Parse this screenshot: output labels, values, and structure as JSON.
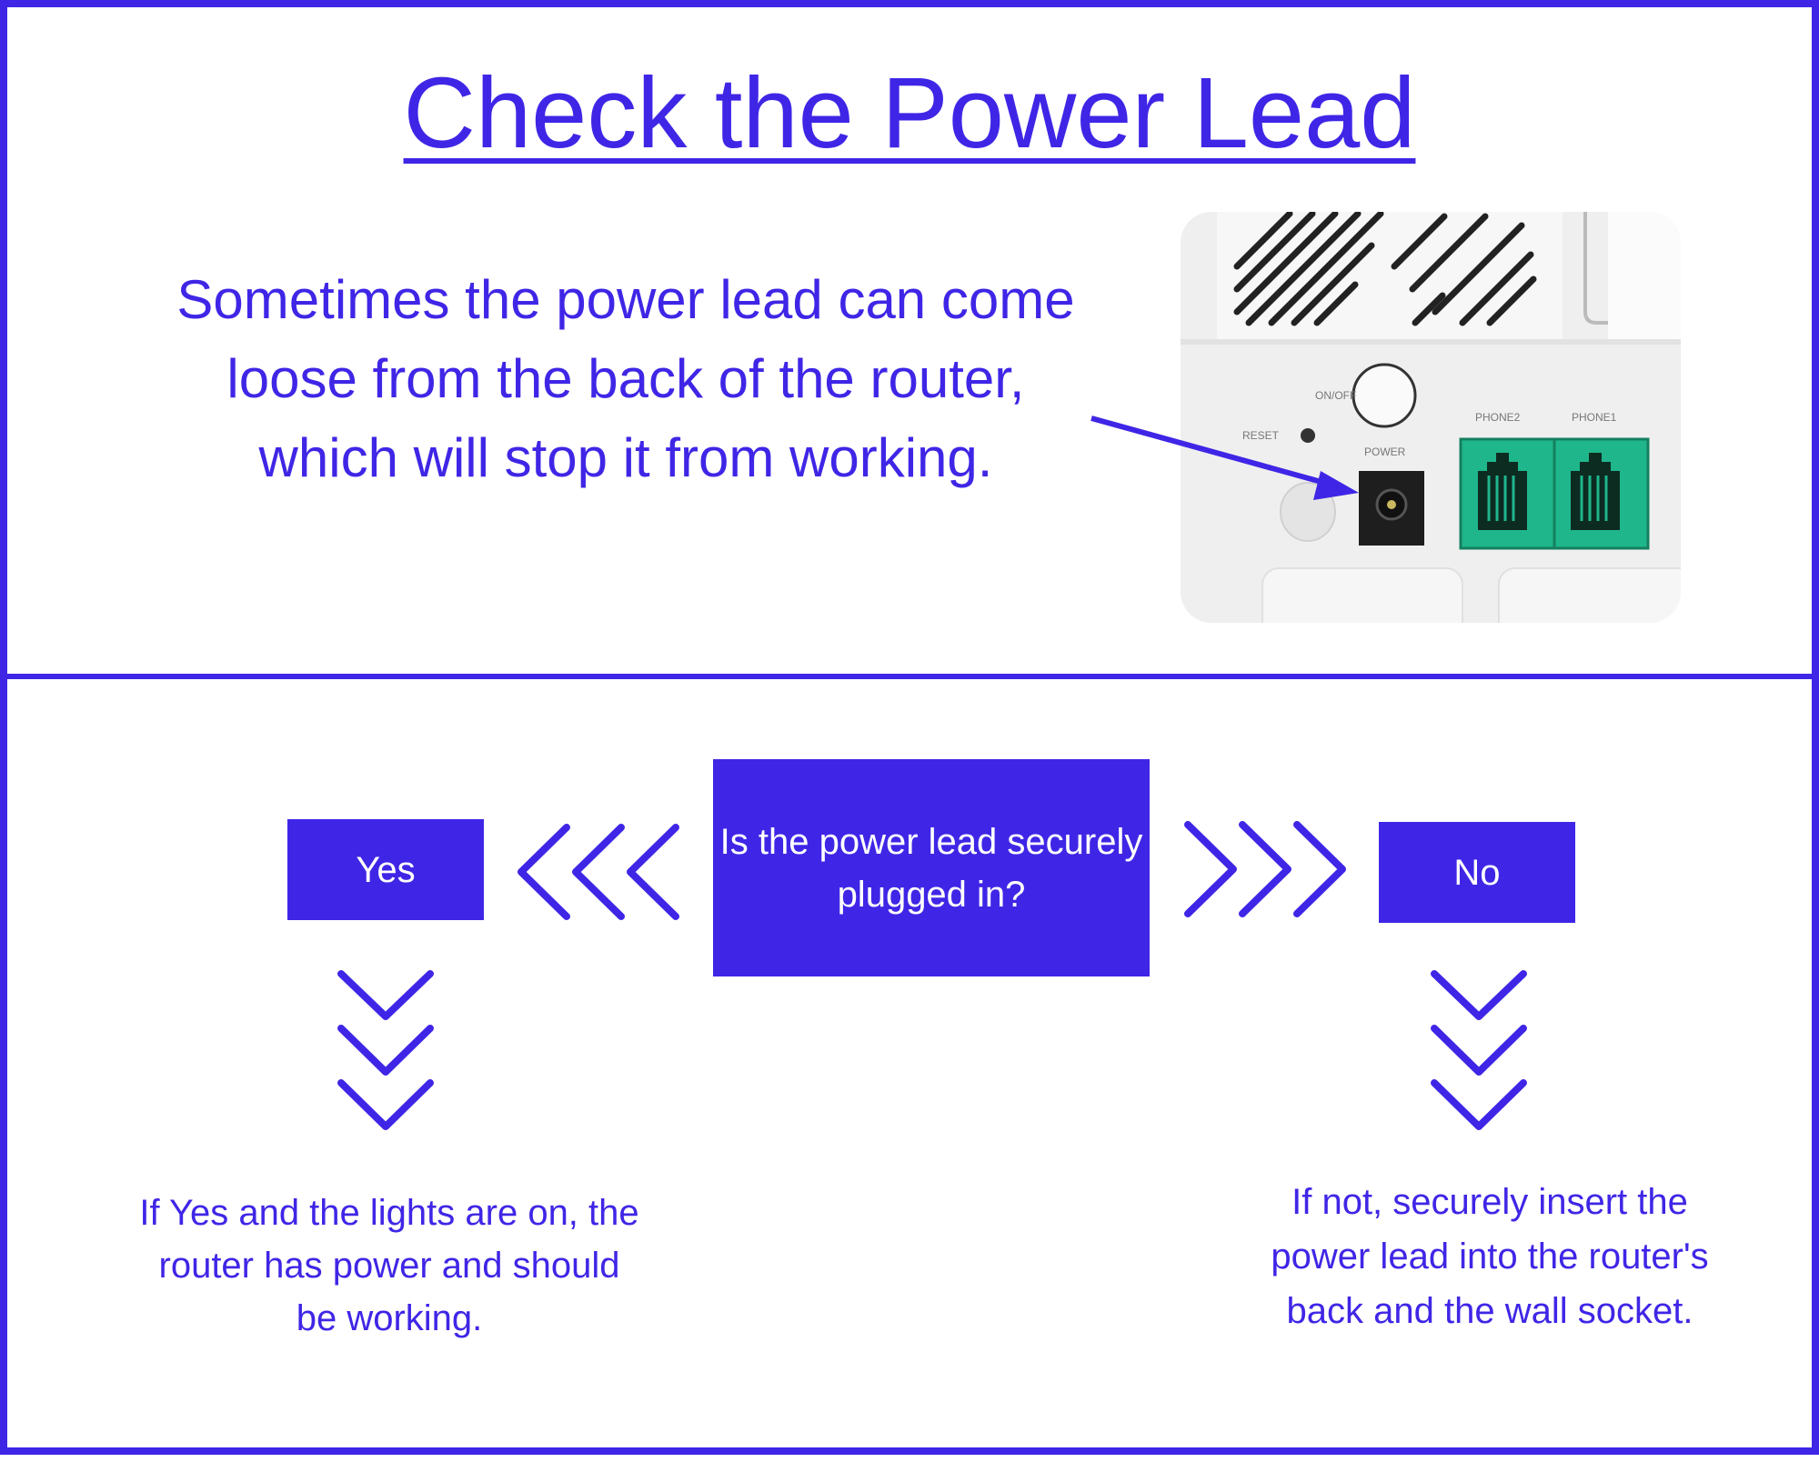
{
  "title": "Check the Power Lead ",
  "intro_text": "Sometimes the power lead can come loose from the back of the router, which will stop it from working.",
  "router_photo": {
    "labels": {
      "on_off": "ON/OFF",
      "reset": "RESET",
      "power": "POWER",
      "phone2": "PHONE2",
      "phone1": "PHONE1"
    },
    "port_color": "#1fb68c"
  },
  "flow": {
    "question": "Is the power lead securely plugged in?",
    "yes_label": "Yes",
    "no_label": "No",
    "yes_outcome": "If Yes and the lights are on, the router has power and should be working.",
    "no_outcome": "If not, securely insert the power lead into the router's back and the wall socket."
  },
  "colors": {
    "accent": "#3f26e6",
    "background": "#ffffff"
  },
  "icons": [
    "chevron-left-icon",
    "chevron-right-icon",
    "chevron-down-icon"
  ]
}
